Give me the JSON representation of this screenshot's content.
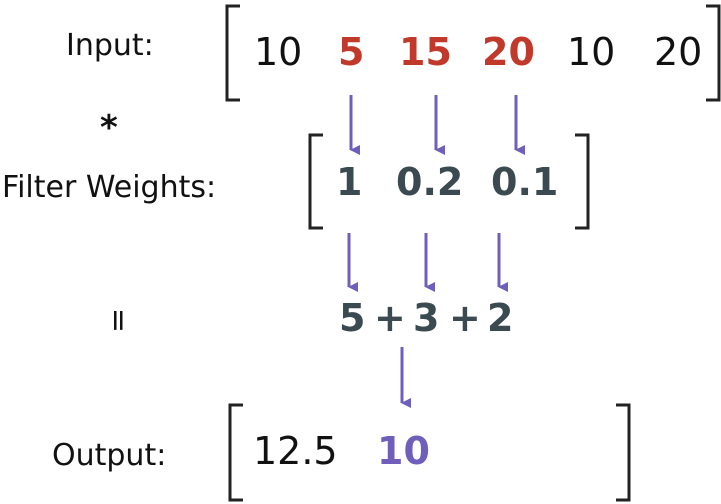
{
  "labels": {
    "input": "Input:",
    "multiply": "*",
    "filter": "Filter Weights:",
    "equals": "=",
    "output": "Output:"
  },
  "input_values": [
    "10",
    "5",
    "15",
    "20",
    "10",
    "20"
  ],
  "weights": [
    "1",
    "0.2",
    "0.1"
  ],
  "products": {
    "a": "5",
    "plus1": "+",
    "b": "3",
    "plus2": "+",
    "c": "2"
  },
  "output_values": [
    "12.5",
    "10"
  ],
  "colors": {
    "highlight": "#c0392b",
    "arrow": "#6f5fbb",
    "weights": "#3b4a50"
  }
}
